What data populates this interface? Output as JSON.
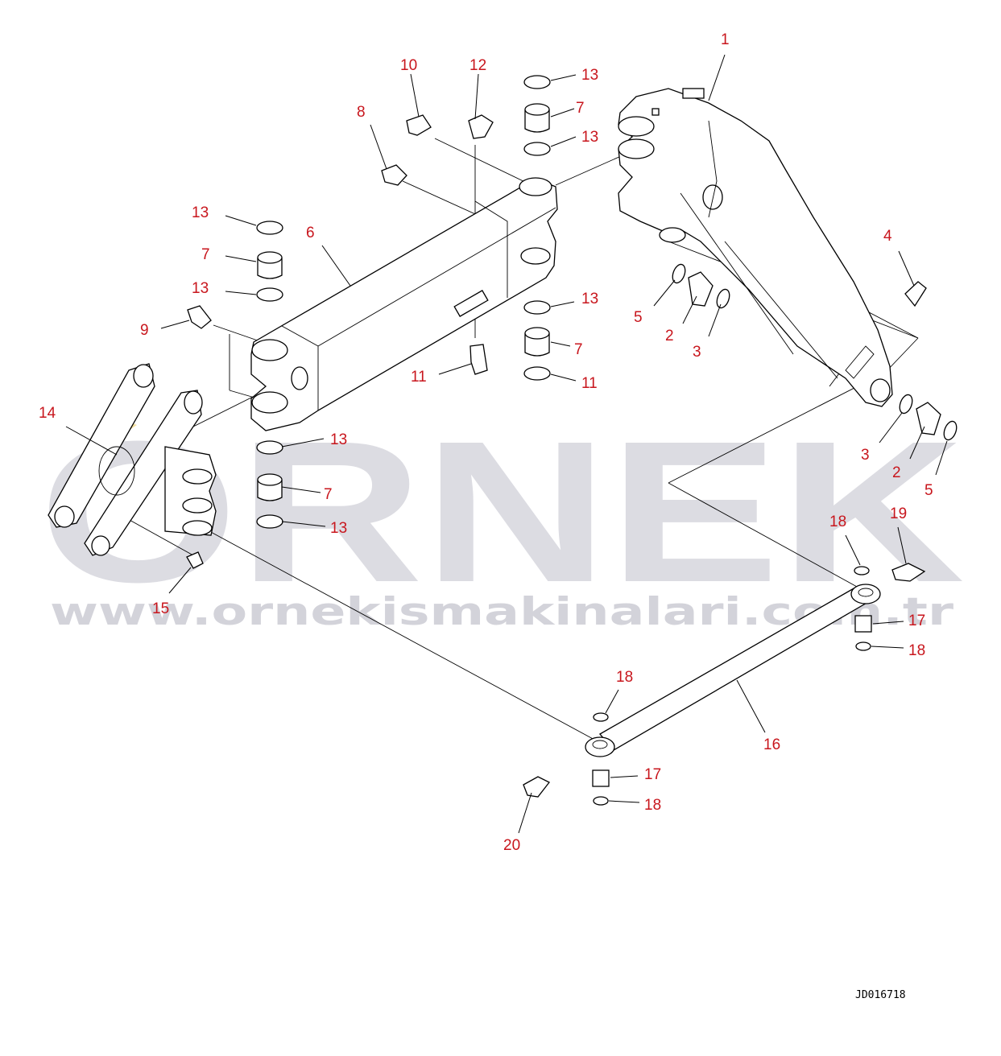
{
  "diagram": {
    "document_id": "JD016718",
    "watermark": {
      "brand": "ORNEK",
      "url": "www.ornekismakinalari.com.tr",
      "brand_color": "#d6d6dd",
      "accent_color": "#f2d98a"
    },
    "callout_color": "#c8161d",
    "callouts": [
      {
        "id": "c1",
        "label": "1"
      },
      {
        "id": "c10",
        "label": "10"
      },
      {
        "id": "c12",
        "label": "12"
      },
      {
        "id": "c13a",
        "label": "13"
      },
      {
        "id": "c7a",
        "label": "7"
      },
      {
        "id": "c13b",
        "label": "13"
      },
      {
        "id": "c8",
        "label": "8"
      },
      {
        "id": "c13c",
        "label": "13"
      },
      {
        "id": "c6",
        "label": "6"
      },
      {
        "id": "c7b",
        "label": "7"
      },
      {
        "id": "c13d",
        "label": "13"
      },
      {
        "id": "c4",
        "label": "4"
      },
      {
        "id": "c9",
        "label": "9"
      },
      {
        "id": "c5a",
        "label": "5"
      },
      {
        "id": "c2a",
        "label": "2"
      },
      {
        "id": "c3a",
        "label": "3"
      },
      {
        "id": "c13e",
        "label": "13"
      },
      {
        "id": "c7c",
        "label": "7"
      },
      {
        "id": "c11a",
        "label": "11"
      },
      {
        "id": "c11b",
        "label": "11"
      },
      {
        "id": "c14",
        "label": "14"
      },
      {
        "id": "c13f",
        "label": "13"
      },
      {
        "id": "c7d",
        "label": "7"
      },
      {
        "id": "c13g",
        "label": "13"
      },
      {
        "id": "c3b",
        "label": "3"
      },
      {
        "id": "c2b",
        "label": "2"
      },
      {
        "id": "c5b",
        "label": "5"
      },
      {
        "id": "c18a",
        "label": "18"
      },
      {
        "id": "c19",
        "label": "19"
      },
      {
        "id": "c15",
        "label": "15"
      },
      {
        "id": "c17a",
        "label": "17"
      },
      {
        "id": "c18b",
        "label": "18"
      },
      {
        "id": "c18c",
        "label": "18"
      },
      {
        "id": "c16",
        "label": "16"
      },
      {
        "id": "c17b",
        "label": "17"
      },
      {
        "id": "c18d",
        "label": "18"
      },
      {
        "id": "c20",
        "label": "20"
      }
    ]
  }
}
